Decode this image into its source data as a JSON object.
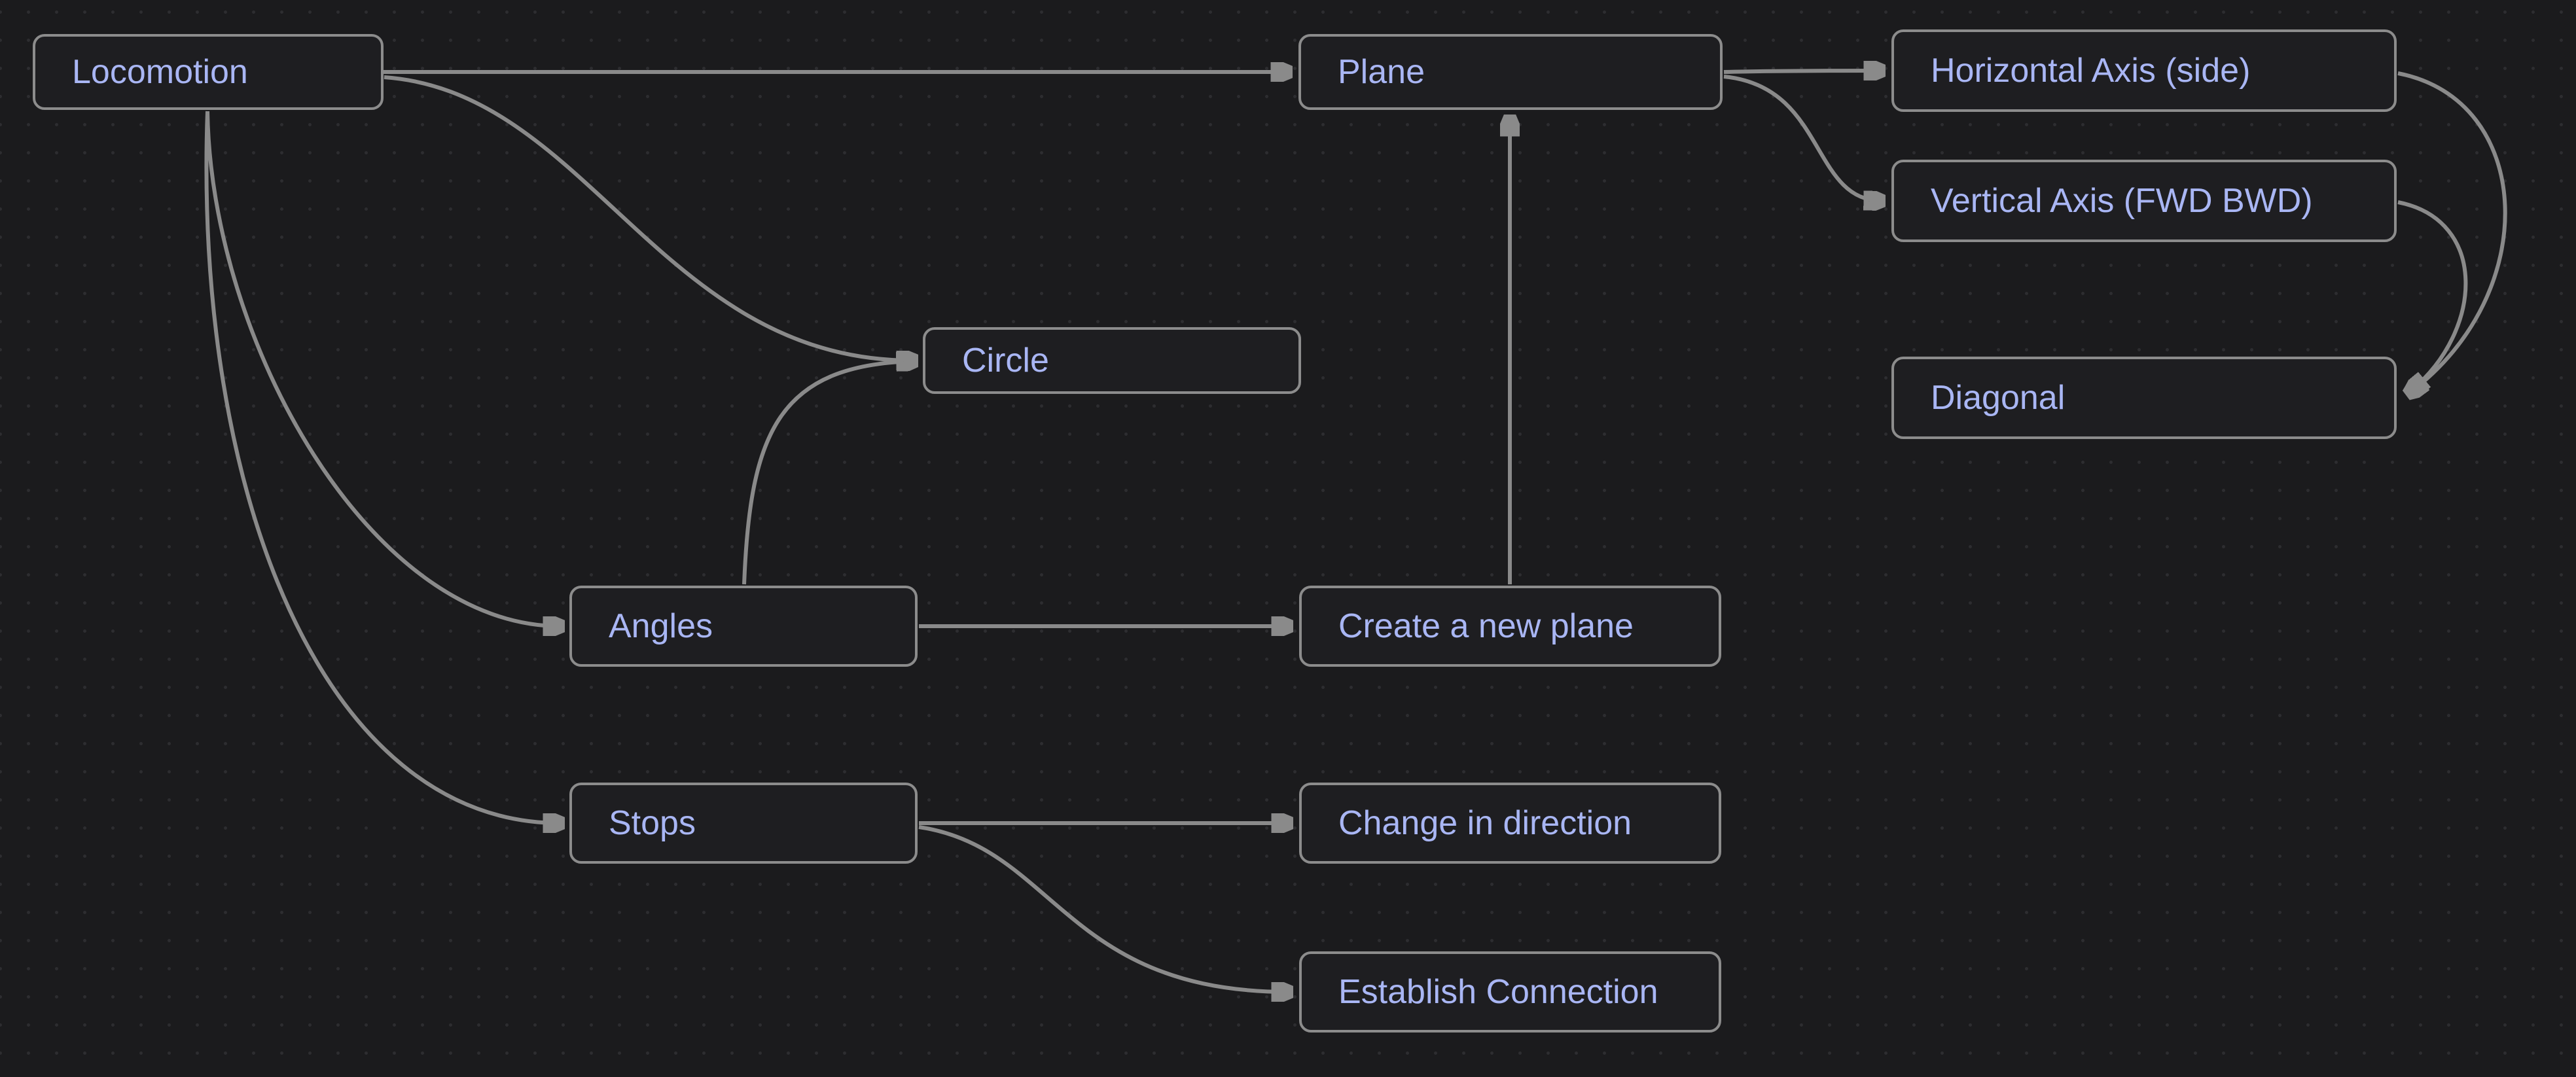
{
  "app": {
    "type": "canvas-mind-map",
    "colors": {
      "background": "#1b1b1d",
      "grid_dot": "#2d2d30",
      "node_fill": "#1e1e21",
      "node_border": "#8c8c8c",
      "edge": "#8a8a8a",
      "label": "#a9b6f4"
    }
  },
  "diagram": {
    "nodes": [
      {
        "id": "locomotion",
        "label": "Locomotion"
      },
      {
        "id": "plane",
        "label": "Plane"
      },
      {
        "id": "horizontal-axis",
        "label": "Horizontal Axis (side)"
      },
      {
        "id": "vertical-axis",
        "label": "Vertical Axis (FWD BWD)"
      },
      {
        "id": "diagonal",
        "label": "Diagonal"
      },
      {
        "id": "circle",
        "label": "Circle"
      },
      {
        "id": "angles",
        "label": "Angles"
      },
      {
        "id": "create-new-plane",
        "label": "Create a new plane"
      },
      {
        "id": "stops",
        "label": "Stops"
      },
      {
        "id": "change-direction",
        "label": "Change in direction"
      },
      {
        "id": "establish-connection",
        "label": "Establish Connection"
      }
    ],
    "edges": [
      {
        "from": "Locomotion",
        "to": "Plane"
      },
      {
        "from": "Locomotion",
        "to": "Circle"
      },
      {
        "from": "Locomotion",
        "to": "Angles"
      },
      {
        "from": "Locomotion",
        "to": "Stops"
      },
      {
        "from": "Angles",
        "to": "Circle"
      },
      {
        "from": "Angles",
        "to": "Create a new plane"
      },
      {
        "from": "Create a new plane",
        "to": "Plane"
      },
      {
        "from": "Plane",
        "to": "Horizontal Axis (side)"
      },
      {
        "from": "Plane",
        "to": "Vertical Axis (FWD BWD)"
      },
      {
        "from": "Horizontal Axis (side)",
        "to": "Diagonal"
      },
      {
        "from": "Vertical Axis (FWD BWD)",
        "to": "Diagonal"
      },
      {
        "from": "Stops",
        "to": "Change in direction"
      },
      {
        "from": "Stops",
        "to": "Establish Connection"
      }
    ]
  }
}
